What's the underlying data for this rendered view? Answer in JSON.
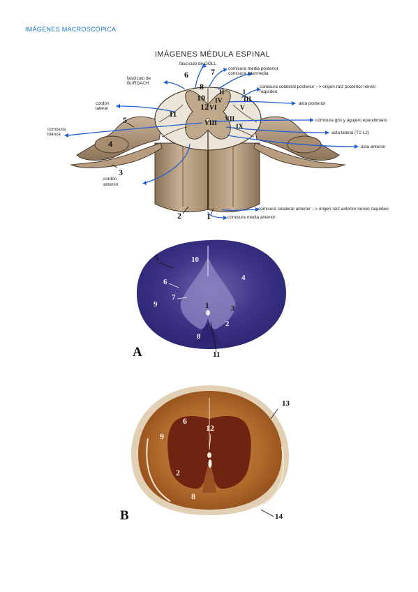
{
  "header": "IMÁGENES MACROSCÓPICA",
  "title": "IMÁGENES MÉDULA ESPINAL",
  "diagram": {
    "labels": {
      "goll": "fascículo de GOLL",
      "burdach_1": "fascículo de",
      "burdach_2": "BURDACH",
      "cordon_lateral_1": "cordón",
      "cordon_lateral_2": "lateral",
      "comisura_blanca_1": "comisura",
      "comisura_blanca_2": "blanca",
      "cordon_anterior_1": "cordón",
      "cordon_anterior_2": "anterior",
      "comisura_media_posterior": "comisura media posterior",
      "comisura_intermedia": "comisura intermedia",
      "colateral_posterior_1": "comisura colateral posterior --> origen raíz posterior nervio",
      "colateral_posterior_2": "raquídeo",
      "asta_posterior": "asta posterior",
      "comisura_gris": "comisura gris y agujero ependimario",
      "asta_lateral": "asta lateral (T1-L2)",
      "asta_anterior": "asta anterior",
      "colateral_anterior": "comisura colateral anterior --> origen raíz anterior nervio raquídeo",
      "comisura_media_anterior": "comisura media anterior"
    },
    "numbers": {
      "n1": "1",
      "n2": "2",
      "n3": "3",
      "n4": "4",
      "n5": "5",
      "n6": "6",
      "n7": "7",
      "n8": "8",
      "n10": "10",
      "n11": "11",
      "n12": "12",
      "r1": "I",
      "r2": "II",
      "r3": "III",
      "r4": "IV",
      "r5": "V",
      "r6": "VI",
      "r7": "VII",
      "r8": "VIII",
      "r9": "IX"
    }
  },
  "figure_a": {
    "letter": "A",
    "numbers": {
      "n1": "1",
      "n2": "2",
      "n3": "3",
      "n4": "4",
      "n5": "5",
      "n6": "6",
      "n7": "7",
      "n8": "8",
      "n9": "9",
      "n10": "10",
      "n11": "11"
    }
  },
  "figure_b": {
    "letter": "B",
    "numbers": {
      "n2": "2",
      "n6": "6",
      "n8": "8",
      "n9": "9",
      "n12": "12",
      "n13": "13",
      "n14": "14"
    }
  },
  "colors": {
    "header_blue": "#1a73c8",
    "arrow_blue": "#1f5fd1",
    "stain_purple": "#3a2f8a",
    "stain_brown": "#8a3a12"
  }
}
